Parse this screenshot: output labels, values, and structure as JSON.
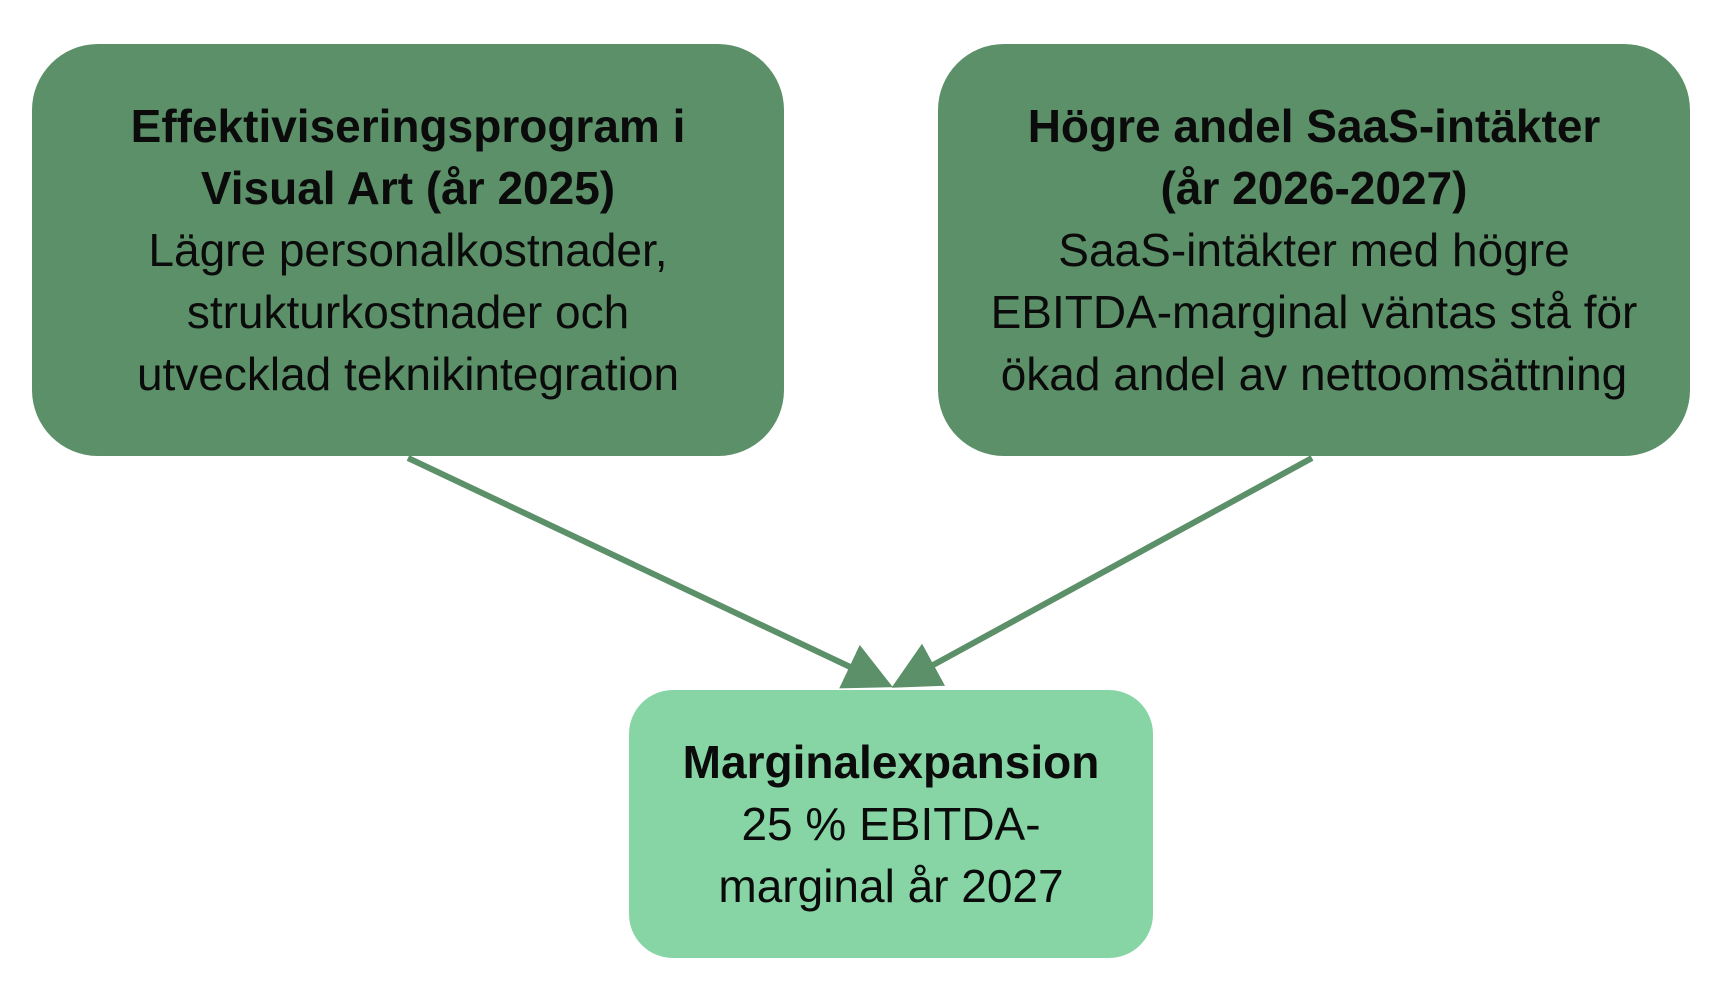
{
  "diagram": {
    "colors": {
      "box_dark": "#5b9069",
      "box_light": "#87d4a5",
      "arrow": "#5b9069",
      "text": "#0b0b0b"
    },
    "left_box": {
      "title_line1": "Effektiviseringsprogram i",
      "title_line2": "Visual Art (år 2025)",
      "body_line1": "Lägre personalkostnader,",
      "body_line2": "strukturkostnader och",
      "body_line3": "utvecklad teknikintegration"
    },
    "right_box": {
      "title_line1": "Högre andel SaaS-intäkter",
      "title_line2": "(år 2026-2027)",
      "body_line1": "SaaS-intäkter med högre",
      "body_line2": "EBITDA-marginal väntas stå för",
      "body_line3": "ökad andel av nettoomsättning"
    },
    "result_box": {
      "title": "Marginalexpansion",
      "body_line1": "25 % EBITDA-",
      "body_line2": "marginal år 2027"
    },
    "connections": [
      {
        "from": "left_box",
        "to": "result_box"
      },
      {
        "from": "right_box",
        "to": "result_box"
      }
    ]
  }
}
